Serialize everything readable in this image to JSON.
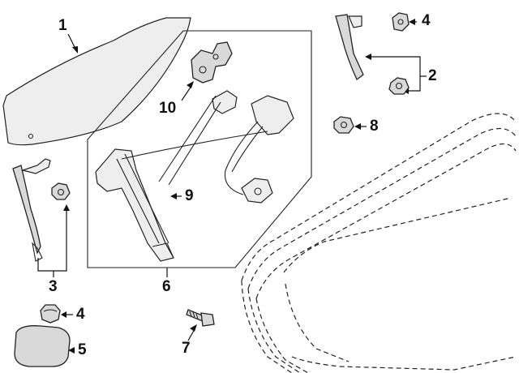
{
  "callouts": {
    "c1": "1",
    "c2": "2",
    "c3": "3",
    "c4a": "4",
    "c4b": "4",
    "c5": "5",
    "c6": "6",
    "c7": "7",
    "c8": "8",
    "c9": "9",
    "c10": "10"
  },
  "parts": [
    {
      "callout": "1",
      "icon": "door-glass"
    },
    {
      "callout": "2",
      "icon": "glass-run-channel-rear"
    },
    {
      "callout": "3",
      "icon": "glass-run-channel-front"
    },
    {
      "callout": "4",
      "icon": "nut"
    },
    {
      "callout": "5",
      "icon": "bumper-pad"
    },
    {
      "callout": "6",
      "icon": "window-regulator-assembly"
    },
    {
      "callout": "7",
      "icon": "bolt"
    },
    {
      "callout": "8",
      "icon": "nut"
    },
    {
      "callout": "9",
      "icon": "regulator-cable"
    },
    {
      "callout": "10",
      "icon": "window-motor"
    }
  ]
}
